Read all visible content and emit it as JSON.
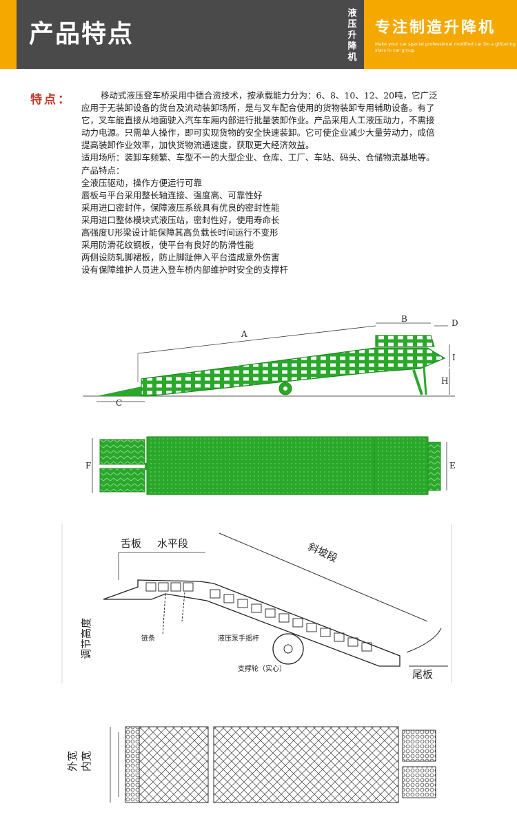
{
  "header": {
    "title": "产品特点",
    "vertical_text": "液压升降机",
    "slogan": "专注制造升降机",
    "sub_text": "Make your car special professional modified car Do a glittering stars in car group"
  },
  "content": {
    "feature_label": "特点：",
    "intro_lines": [
      "移动式液压登车桥采用中德合资技术，按承载能力分为：6、8、10、12、20吨，它广泛",
      "应用于无装卸设备的货台及流动装卸场所，是与叉车配合使用的货物装卸专用辅助设备。有了",
      "它，叉车能直接从地面驶入汽车车厢内部进行批量装卸作业。产品采用人工液压动力，不需接",
      "动力电源。只需单人操作，即可实现货物的安全快速装卸。它可使企业减少大量劳动力，成倍",
      "提高装卸作业效率，加快货物流通速度，获取更大经济效益。",
      "适用场所：装卸车频繁、车型不一的大型企业、仓库、工厂、车站、码头、仓储物流基地等。",
      "产品特点：",
      "全液压驱动，操作方便运行可靠",
      "唇板与平台采用整长轴连接、强度高、可靠性好",
      "采用进口密封件，保障液压系统具有优良的密封性能",
      "采用进口整体模块式液压站，密封性好，使用寿命长",
      "高强度U形梁设计能保障其高负载长时间运行不变形",
      "采用防滑花纹钢板，使平台有良好的防滑性能",
      "两侧设防轧脚裙板，防止脚趾伸入平台造成意外伤害",
      "设有保障维护人员进入登车桥内部维护时安全的支撑杆"
    ]
  },
  "diagram1": {
    "dims": [
      "A",
      "B",
      "C",
      "D",
      "H",
      "I"
    ]
  },
  "diagram2": {
    "dims": [
      "F",
      "E"
    ]
  },
  "diagram3": {
    "labels": [
      "舌板",
      "水平段",
      "斜坡段",
      "调节高度",
      "链条",
      "液压泵手摇杆",
      "支撑轮（实心）",
      "尾板"
    ]
  },
  "diagram4": {
    "labels": [
      "外宽",
      "内宽"
    ]
  },
  "colors": {
    "header_gray": "#4a4a4a",
    "accent_orange": "#f5a800",
    "ramp_green": "#2aa82a",
    "feature_red": "#c0392b"
  }
}
